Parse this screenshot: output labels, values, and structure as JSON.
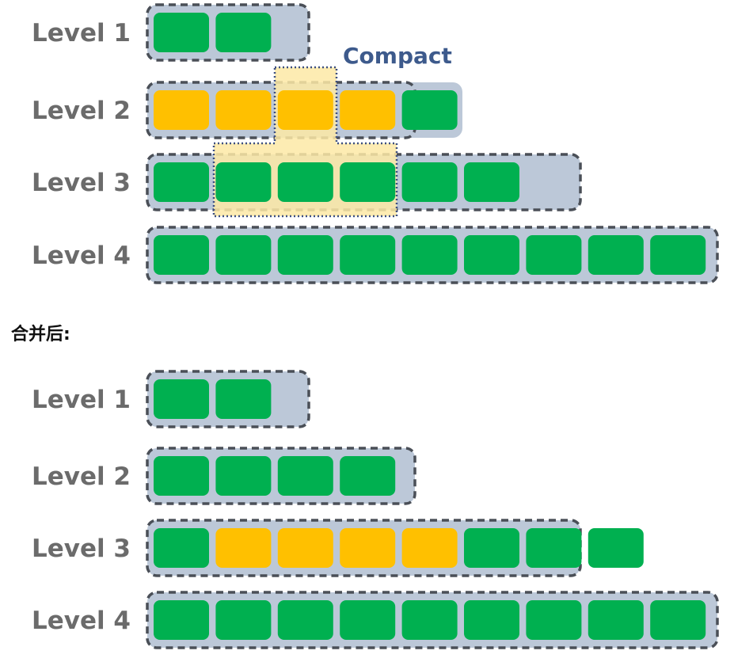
{
  "colors": {
    "green": "#00b050",
    "orange": "#ffc000",
    "level_fill": "#bcc8d8",
    "level_border": "#4a4f57",
    "compact_fill": "#fde9a6",
    "compact_border": "#3d4f80",
    "compact_text": "#3d5a8c"
  },
  "compact_label": "Compact",
  "after_heading": "合并后:",
  "before": {
    "levels": [
      {
        "label": "Level 1",
        "blocks": [
          "green",
          "green"
        ]
      },
      {
        "label": "Level 2",
        "blocks": [
          "orange",
          "orange",
          "orange",
          "orange",
          "green"
        ]
      },
      {
        "label": "Level 3",
        "blocks": [
          "green",
          "green",
          "green",
          "green",
          "green",
          "green"
        ]
      },
      {
        "label": "Level 4",
        "blocks": [
          "green",
          "green",
          "green",
          "green",
          "green",
          "green",
          "green",
          "green",
          "green"
        ]
      }
    ]
  },
  "after": {
    "levels": [
      {
        "label": "Level 1",
        "blocks": [
          "green",
          "green"
        ]
      },
      {
        "label": "Level 2",
        "blocks": [
          "green",
          "green",
          "green",
          "green"
        ]
      },
      {
        "label": "Level 3",
        "blocks": [
          "green",
          "orange",
          "orange",
          "orange",
          "orange",
          "green",
          "green",
          "green"
        ]
      },
      {
        "label": "Level 4",
        "blocks": [
          "green",
          "green",
          "green",
          "green",
          "green",
          "green",
          "green",
          "green",
          "green"
        ]
      }
    ]
  }
}
